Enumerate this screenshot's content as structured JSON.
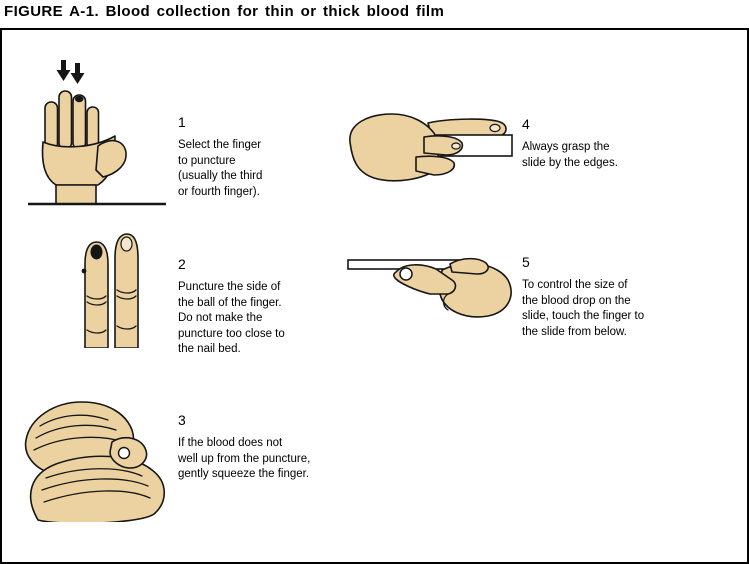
{
  "figure": {
    "title": "FIGURE A-1. Blood collection for thin or thick blood film"
  },
  "steps": [
    {
      "number": "1",
      "text": "Select the finger\nto puncture\n(usually the third\nor fourth finger)."
    },
    {
      "number": "2",
      "text": "Puncture the side of\nthe ball of the finger.\nDo not make the\npuncture too close to\nthe nail bed."
    },
    {
      "number": "3",
      "text": "If the blood does not\nwell up from the puncture,\ngently squeeze the finger."
    },
    {
      "number": "4",
      "text": "Always grasp the\nslide by the edges."
    },
    {
      "number": "5",
      "text": "To control the size of\nthe blood drop on the\nslide, touch the finger to\nthe slide from below."
    }
  ],
  "icons": {
    "illustration_1": "hand-with-down-arrows-select-finger",
    "illustration_2": "two-fingers-puncture-site",
    "illustration_3": "hands-squeezing-finger",
    "illustration_4": "hand-grasping-slide-by-edges",
    "illustration_5": "finger-touching-slide-from-below"
  },
  "colors": {
    "skin": "#ecd2a0",
    "outline": "#161616",
    "slide": "#ffffff",
    "nail": "#f3e8cd"
  }
}
